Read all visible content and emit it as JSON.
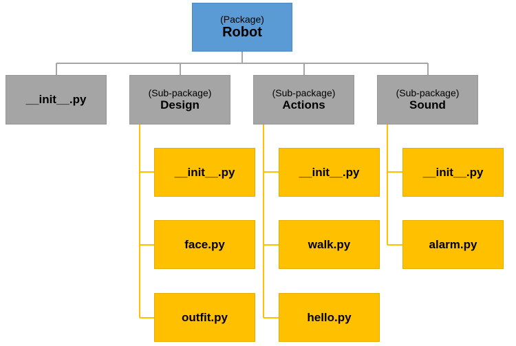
{
  "root": {
    "subtitle": "(Package)",
    "title": "Robot"
  },
  "level1": [
    {
      "subtitle": "",
      "title": "__init__.py"
    },
    {
      "subtitle": "(Sub-package)",
      "title": "Design"
    },
    {
      "subtitle": "(Sub-package)",
      "title": "Actions"
    },
    {
      "subtitle": "(Sub-package)",
      "title": "Sound"
    }
  ],
  "design_files": [
    "__init__.py",
    "face.py",
    "outfit.py"
  ],
  "actions_files": [
    "__init__.py",
    "walk.py",
    "hello.py"
  ],
  "sound_files": [
    "__init__.py",
    "alarm.py"
  ],
  "colors": {
    "package": "#5b9bd5",
    "subpackage": "#a5a5a5",
    "module": "#ffc000",
    "top_connector": "#a5a5a5",
    "child_connector": "#ffc000"
  }
}
